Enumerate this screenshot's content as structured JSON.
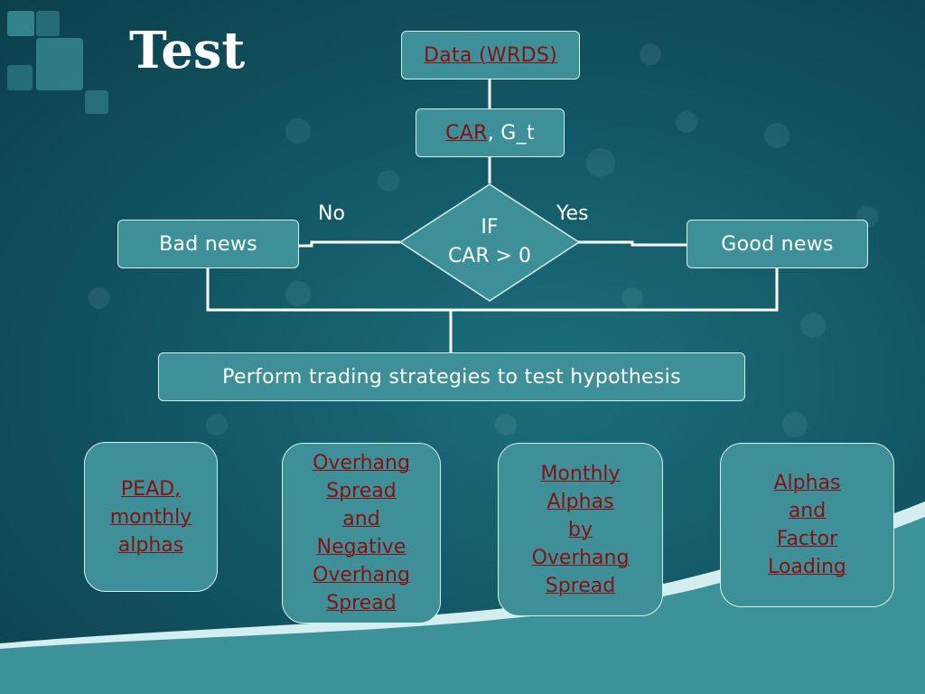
{
  "slide": {
    "title": "Test"
  },
  "flow": {
    "data_node": "Data (WRDS)",
    "car_node": {
      "link": "CAR",
      "rest": ", G_t"
    },
    "decision": {
      "line1": "IF",
      "line2": "CAR > 0"
    },
    "no_label": "No",
    "yes_label": "Yes",
    "bad_news": "Bad news",
    "good_news": "Good news",
    "perform": "Perform trading strategies to test hypothesis"
  },
  "strategies": [
    {
      "lines": [
        "PEAD,",
        "monthly",
        "alphas"
      ]
    },
    {
      "lines": [
        "Overhang",
        "Spread",
        "and",
        "Negative",
        "Overhang",
        "Spread"
      ]
    },
    {
      "lines": [
        "Monthly",
        "Alphas",
        "by",
        "Overhang",
        "Spread"
      ]
    },
    {
      "lines": [
        "Alphas",
        "and",
        "Factor",
        "Loading"
      ]
    }
  ],
  "colors": {
    "box_fill": "#3d9098",
    "box_border": "#d7eef0",
    "link_text": "#8a1010",
    "connector": "#ffffff"
  }
}
